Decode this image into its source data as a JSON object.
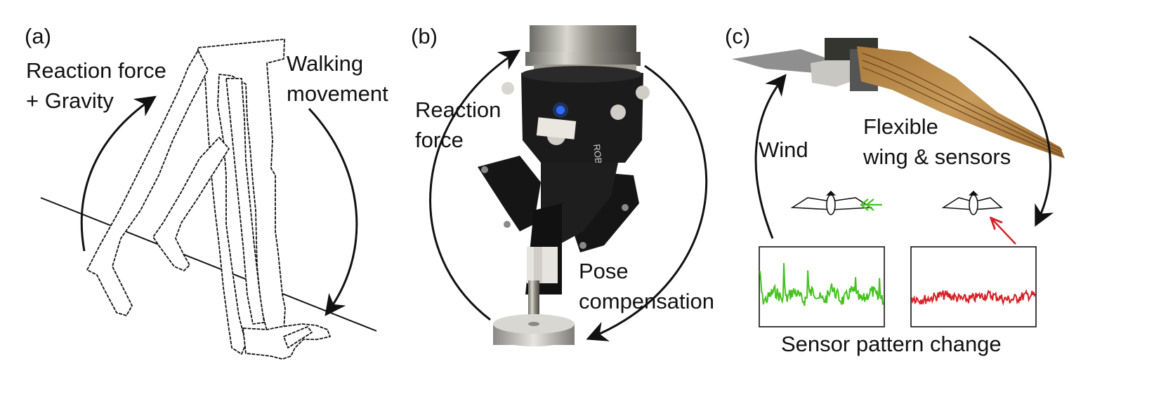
{
  "panel_a": {
    "label": "(a)",
    "text_reaction": "Reaction force\n+ Gravity",
    "text_walking": "Walking\nmovement"
  },
  "panel_b": {
    "label": "(b)",
    "text_reaction": "Reaction\nforce",
    "text_pose": "Pose\ncompensation",
    "gripper_brand": "ROBOTIQ"
  },
  "panel_c": {
    "label": "(c)",
    "text_wind": "Wind",
    "text_wing": "Flexible\nwing & sensors",
    "text_caption": "Sensor pattern change"
  },
  "colors": {
    "green_signal": "#44c21e",
    "red_signal": "#d42127",
    "arrow": "#111111"
  }
}
